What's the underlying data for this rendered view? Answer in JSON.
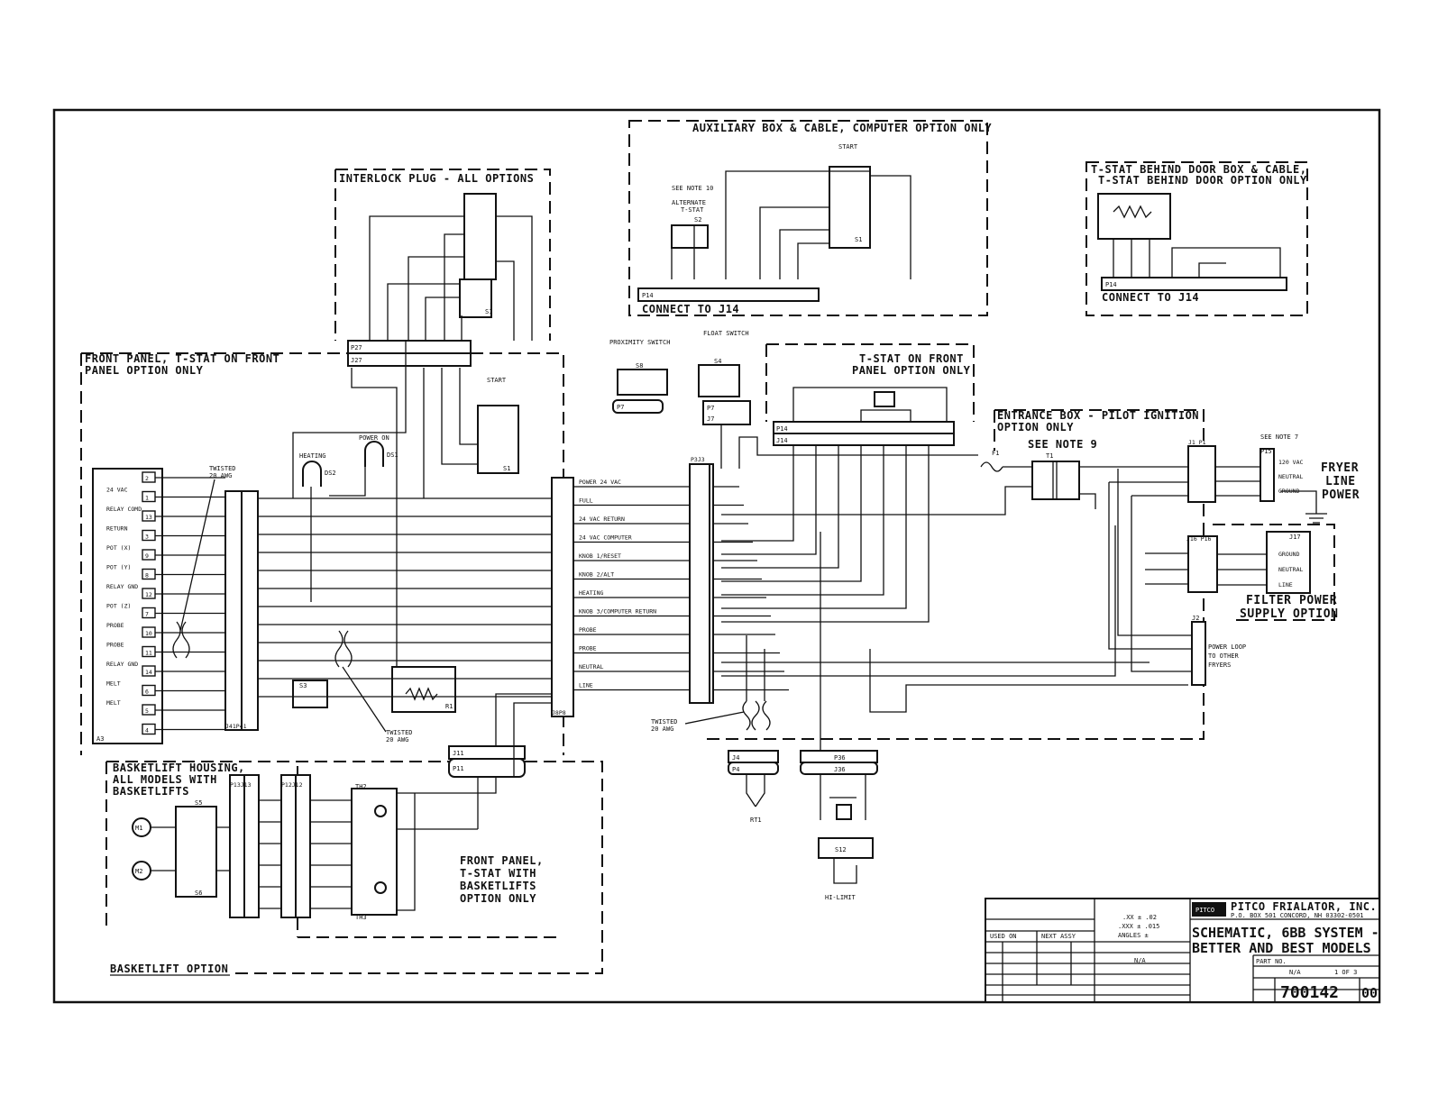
{
  "title_block": {
    "company": "PITCO FRIALATOR, INC.",
    "address": "P.O. BOX 501 CONCORD, NH 03302-0501",
    "title_line1": "SCHEMATIC, 6BB SYSTEM -",
    "title_line2": "BETTER AND BEST MODELS",
    "drawing_number": "700142",
    "revision": "00",
    "used_on": "USED ON",
    "next_assy": "NEXT ASSY",
    "tolerance_1": ".XX ± .02",
    "tolerance_2": ".XXX ± .015",
    "angles": "ANGLES ±",
    "scale": "N/A",
    "sheet": "1 OF 3",
    "part_no": "PART NO."
  },
  "sections": {
    "interlock": "INTERLOCK PLUG - ALL OPTIONS",
    "aux_box": "AUXILIARY BOX & CABLE, COMPUTER OPTION ONLY",
    "tstat_door_1": "T-STAT BEHIND DOOR BOX & CABLE,",
    "tstat_door_2": "T-STAT BEHIND DOOR OPTION ONLY",
    "front_panel_1": "FRONT PANEL, T-STAT ON FRONT",
    "front_panel_2": "PANEL OPTION ONLY",
    "tstat_front_1": "T-STAT ON FRONT",
    "tstat_front_2": "PANEL OPTION ONLY",
    "entrance_1": "ENTRANCE BOX - PILOT IGNITION",
    "entrance_2": "OPTION ONLY",
    "basketlift_housing_1": "BASKETLIFT HOUSING,",
    "basketlift_housing_2": "ALL MODELS WITH",
    "basketlift_housing_3": "BASKETLIFTS",
    "front_panel_bl_1": "FRONT PANEL,",
    "front_panel_bl_2": "T-STAT WITH",
    "front_panel_bl_3": "BASKETLIFTS",
    "front_panel_bl_4": "OPTION ONLY",
    "basketlift_option": "BASKETLIFT OPTION",
    "fryer_power_1": "FRYER",
    "fryer_power_2": "LINE",
    "fryer_power_3": "POWER",
    "filter_power_1": "FILTER POWER",
    "filter_power_2": "SUPPLY OPTION",
    "connect_j14_a": "CONNECT TO J14",
    "connect_j14_b": "CONNECT TO J14"
  },
  "notes": {
    "see_note_10": "SEE NOTE 10",
    "see_note_9": "SEE NOTE 9",
    "see_note_7": "SEE NOTE 7",
    "proximity": "PROXIMITY SWITCH",
    "float": "FLOAT SWITCH",
    "twisted_1": "TWISTED",
    "twisted_2": "TWISTED",
    "twisted_3": "TWISTED",
    "awg": "20 AWG",
    "power_loop_1": "POWER LOOP",
    "power_loop_2": "TO OTHER",
    "power_loop_3": "FRYERS",
    "hi_limit": "HI-LIMIT",
    "start": "START",
    "alternate": "ALTERNATE",
    "tstat": "T-STAT"
  },
  "components": {
    "a3": "A3",
    "j41p41": "J41P41",
    "j8p8": "J8P8",
    "p3j3": "P3J3",
    "p27": "P27",
    "j27": "J27",
    "p14": "P14",
    "j14": "J14",
    "p7": "P7",
    "j7": "J7",
    "s8": "S8",
    "s4": "S4",
    "s3": "S3",
    "s1": "S1",
    "s2": "S2",
    "s5": "S5",
    "s6": "S6",
    "s12": "S12",
    "ds1": "DS1",
    "ds2": "DS2",
    "heating": "HEATING",
    "power_on": "POWER ON",
    "r1": "R1",
    "rt1": "RT1",
    "f1": "F1",
    "t1": "T1",
    "j4": "J4",
    "p4": "P4",
    "p36": "P36",
    "j36": "J36",
    "j1p1": "J1 P1",
    "p15": "P15",
    "j16p16": "J16 P16",
    "j17": "J17",
    "j2": "J2",
    "j11": "J11",
    "p11": "P11",
    "p13j13": "P13J13",
    "p12j12": "P12J12",
    "th2": "TH2",
    "th3": "TH3",
    "m1": "M1",
    "m2": "M2"
  },
  "a3_pins": [
    "2",
    "1",
    "13",
    "3",
    "9",
    "8",
    "12",
    "7",
    "10",
    "11",
    "14",
    "6",
    "5",
    "4"
  ],
  "a3_labels": [
    "24 VAC",
    "RELAY COMD",
    "RETURN",
    "POT (X)",
    "POT (Y)",
    "RELAY GND",
    "POT (Z)",
    "PROBE",
    "PROBE",
    "RELAY GND",
    "MELT",
    "MELT"
  ],
  "j8_signals": [
    "POWER 24 VAC",
    "FULL",
    "24 VAC RETURN",
    "24 VAC COMPUTER",
    "KNOB 1/RESET",
    "KNOB 2/ALT",
    "HEATING",
    "KNOB 3/COMPUTER RETURN",
    "PROBE",
    "PROBE",
    "NEUTRAL",
    "LINE"
  ],
  "line_power": [
    "120 VAC",
    "NEUTRAL",
    "GROUND"
  ],
  "filter_power": [
    "GROUND",
    "NEUTRAL",
    "LINE"
  ]
}
